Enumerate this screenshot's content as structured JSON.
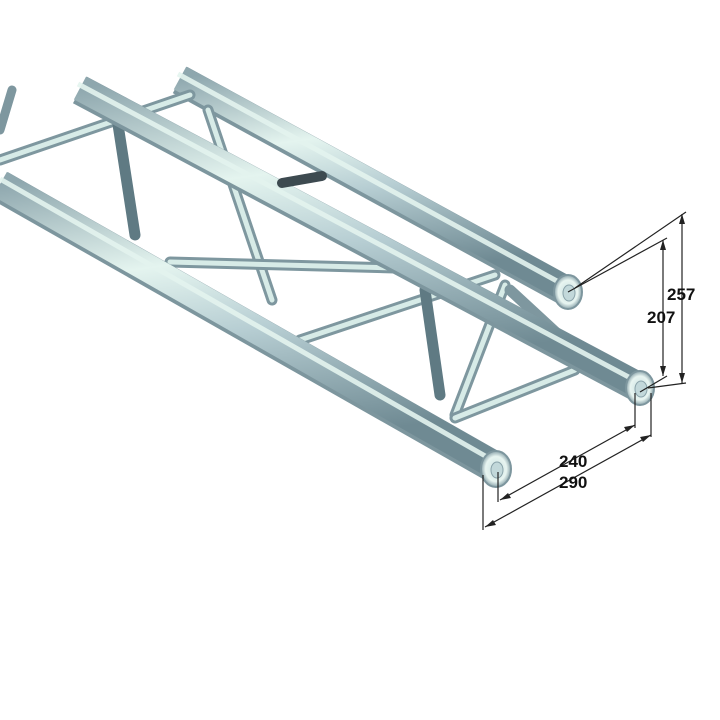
{
  "diagram": {
    "subject": "Triangular aluminium truss segment (isometric view)",
    "colors": {
      "background": "#ffffff",
      "tube_dark": "#7f99a1",
      "tube_mid": "#b6cfd3",
      "tube_light": "#e3f3ee",
      "brace_dark": "#6f8a93",
      "pin": "#3d4a50",
      "dimension_line": "#222222"
    },
    "dimensions": {
      "height_outer": "257",
      "height_inner": "207",
      "width_inner": "240",
      "width_outer": "290"
    }
  }
}
